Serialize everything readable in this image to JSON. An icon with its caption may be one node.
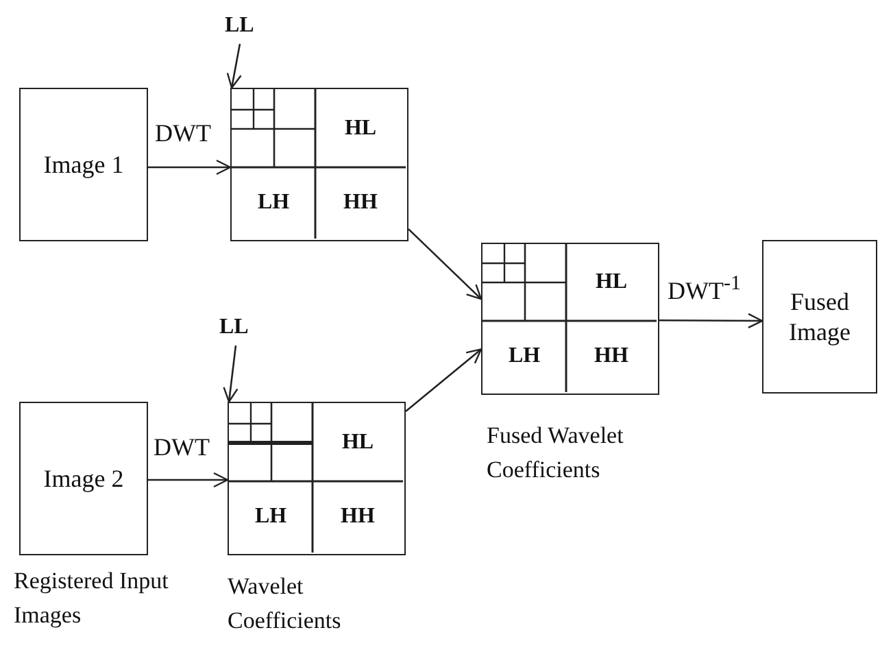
{
  "diagram": {
    "nodes": [
      {
        "text": [
          "Image 1"
        ]
      },
      {
        "text": [
          "HL",
          "LH",
          "HH"
        ]
      },
      {
        "text": [
          "LL"
        ]
      },
      {
        "text": [
          "Image 2"
        ]
      },
      {
        "text": [
          "HL",
          "LH",
          "HH"
        ]
      },
      {
        "text": [
          "LL"
        ]
      },
      {
        "text": [
          "HL",
          "LH",
          "HH"
        ]
      },
      {
        "text": [
          "Fused Image"
        ]
      }
    ],
    "edges": [
      {
        "from": 0,
        "to": 1,
        "arrow": "to",
        "label": "DWT"
      },
      {
        "from": 2,
        "to": 1,
        "arrow": "to"
      },
      {
        "from": 3,
        "to": 4,
        "arrow": "to",
        "label": "DWT"
      },
      {
        "from": 5,
        "to": 4,
        "arrow": "to"
      },
      {
        "from": 1,
        "to": 6,
        "arrow": "to"
      },
      {
        "from": 4,
        "to": 6,
        "arrow": "to"
      },
      {
        "from": 6,
        "to": 7,
        "arrow": "to",
        "label": "DWT$^{-1}$"
      }
    ],
    "labels": [
      "Registered Input Images",
      "Wavelet Coefficients",
      "Fused Wavelet Coefficients"
    ]
  }
}
